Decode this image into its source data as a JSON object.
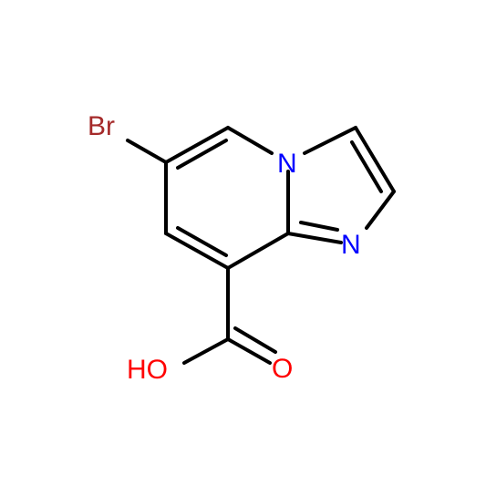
{
  "atoms": {
    "br": {
      "text": "Br",
      "color": "#a52a2a"
    },
    "n_bridge": {
      "text": "N",
      "color": "#0000ff"
    },
    "n_ring": {
      "text": "N",
      "color": "#0000ff"
    },
    "oh": {
      "text": "HO",
      "color": "#ff0000"
    },
    "o_carbonyl": {
      "text": "O",
      "color": "#ff0000"
    }
  }
}
